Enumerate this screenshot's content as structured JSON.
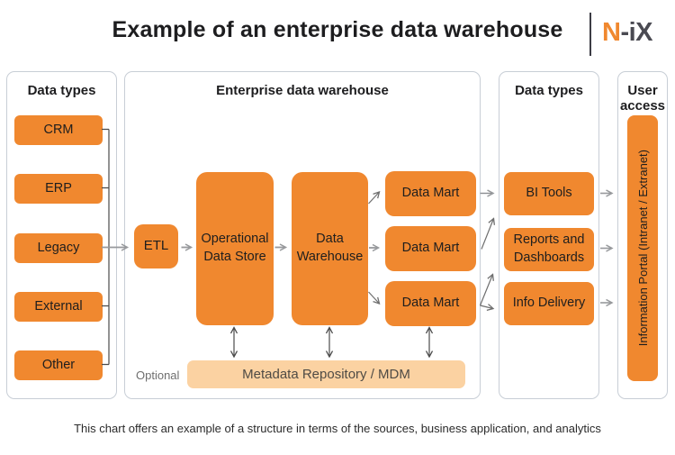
{
  "header": {
    "title": "Example of an enterprise data warehouse",
    "logo_primary": "N",
    "logo_secondary": "-iX"
  },
  "source_panel": {
    "title": "Data types",
    "items": [
      "CRM",
      "ERP",
      "Legacy",
      "External",
      "Other"
    ]
  },
  "edw_panel": {
    "title": "Enterprise data warehouse",
    "etl": "ETL",
    "operational_data_store": "Operational Data Store",
    "data_warehouse": "Data Warehouse",
    "data_marts": [
      "Data Mart",
      "Data Mart",
      "Data Mart"
    ],
    "optional_label": "Optional",
    "metadata_repository": "Metadata Repository / MDM"
  },
  "consumer_panel": {
    "title": "Data types",
    "items": [
      "BI Tools",
      "Reports and Dashboards",
      "Info Delivery"
    ]
  },
  "access_panel": {
    "title": "User access",
    "portal": "Information Portal (Intranet / Extranet)"
  },
  "caption": "This chart offers an example of a structure in terms of the sources, business application, and analytics",
  "colors": {
    "accent_orange": "#F0882F",
    "peach": "#FBD2A2",
    "panel_border": "#C8CED6",
    "logo_dark": "#4A4A52"
  }
}
